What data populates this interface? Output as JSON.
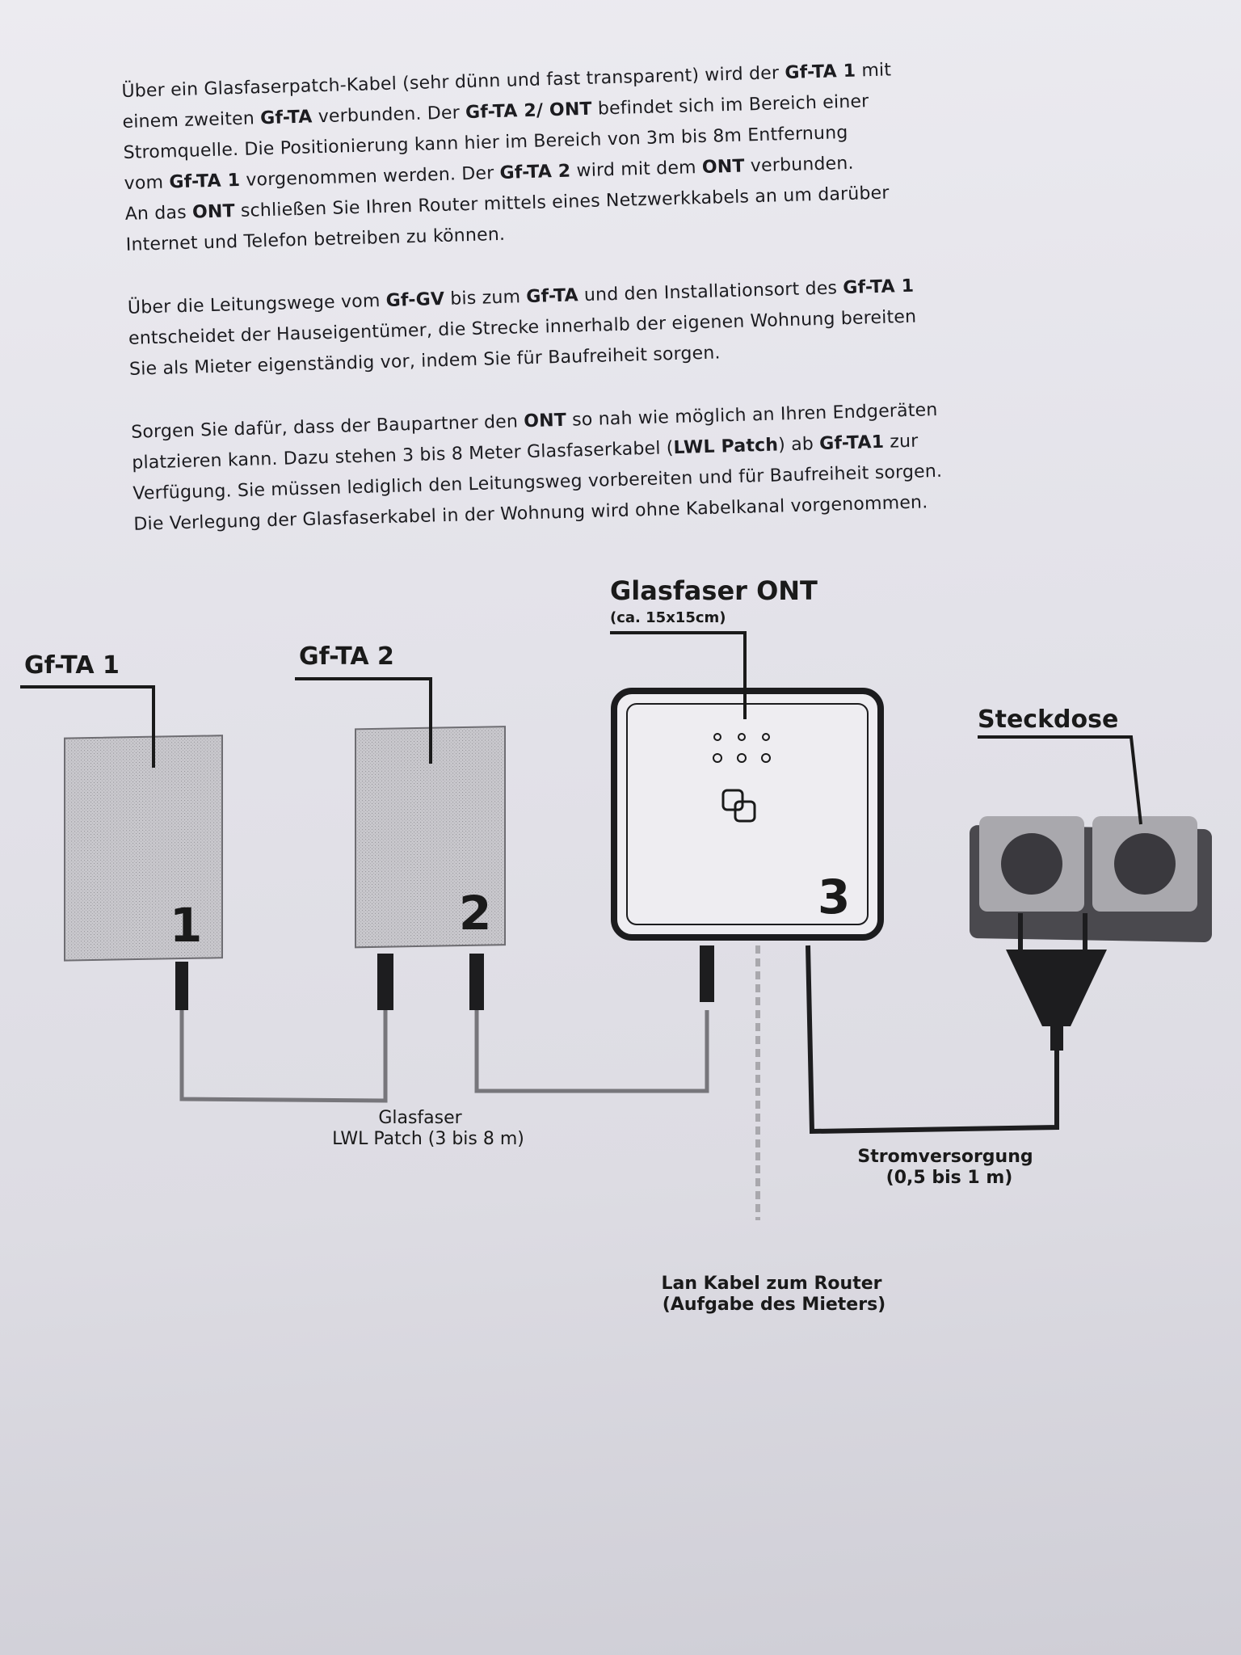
{
  "paragraphs": [
    {
      "lines": [
        [
          [
            "Über ein Glasfaserpatch-Kabel (sehr dünn und fast transparent) wird der ",
            false
          ],
          [
            "Gf-TA 1",
            true
          ],
          [
            " mit",
            false
          ]
        ],
        [
          [
            "einem zweiten ",
            false
          ],
          [
            "Gf-TA",
            true
          ],
          [
            " verbunden. Der ",
            false
          ],
          [
            "Gf-TA 2/ ONT",
            true
          ],
          [
            " befindet sich im Bereich einer",
            false
          ]
        ],
        [
          [
            "Stromquelle. Die Positionierung kann hier im Bereich von 3m bis 8m Entfernung",
            false
          ]
        ],
        [
          [
            "vom ",
            false
          ],
          [
            "Gf-TA 1",
            true
          ],
          [
            " vorgenommen werden. Der ",
            false
          ],
          [
            "Gf-TA 2",
            true
          ],
          [
            " wird mit dem ",
            false
          ],
          [
            "ONT",
            true
          ],
          [
            " verbunden.",
            false
          ]
        ],
        [
          [
            "An das ",
            false
          ],
          [
            "ONT",
            true
          ],
          [
            " schließen Sie Ihren Router mittels eines Netzwerkkabels an um darüber",
            false
          ]
        ],
        [
          [
            "Internet und Telefon betreiben zu können.",
            false
          ]
        ]
      ]
    },
    {
      "lines": [
        [
          [
            "Über die Leitungswege vom ",
            false
          ],
          [
            "Gf-GV",
            true
          ],
          [
            " bis zum ",
            false
          ],
          [
            "Gf-TA",
            true
          ],
          [
            " und den Installationsort des ",
            false
          ],
          [
            "Gf-TA 1",
            true
          ]
        ],
        [
          [
            "entscheidet der Hauseigentümer, die Strecke innerhalb der eigenen Wohnung bereiten",
            false
          ]
        ],
        [
          [
            "Sie als Mieter eigenständig vor, indem Sie für Baufreiheit sorgen.",
            false
          ]
        ]
      ]
    },
    {
      "lines": [
        [
          [
            "Sorgen Sie dafür, dass der Baupartner den ",
            false
          ],
          [
            "ONT",
            true
          ],
          [
            " so nah wie möglich an Ihren Endgeräten",
            false
          ]
        ],
        [
          [
            "platzieren kann. Dazu stehen 3 bis 8 Meter Glasfaserkabel (",
            false
          ],
          [
            "LWL Patch",
            true
          ],
          [
            ") ab ",
            false
          ],
          [
            "Gf-TA1",
            true
          ],
          [
            " zur",
            false
          ]
        ],
        [
          [
            "Verfügung. Sie müssen lediglich den Leitungsweg vorbereiten und für Baufreiheit sorgen.",
            false
          ]
        ],
        [
          [
            "Die Verlegung der Glasfaserkabel in der Wohnung wird ohne Kabelkanal vorgenommen.",
            false
          ]
        ]
      ]
    }
  ],
  "diagram": {
    "gfta1_label": "Gf-TA 1",
    "gfta2_label": "Gf-TA 2",
    "ont_title": "Glasfaser ONT",
    "ont_size": "(ca. 15x15cm)",
    "socket_label": "Steckdose",
    "num1": "1",
    "num2": "2",
    "num3": "3",
    "patch_line1": "Glasfaser",
    "patch_line2": "LWL Patch (3 bis 8 m)",
    "power_line1": "Stromversorgung",
    "power_line2": "(0,5 bis 1 m)",
    "lan_line1": "Lan Kabel zum Router",
    "lan_line2": "(Aufgabe des Mieters)"
  }
}
